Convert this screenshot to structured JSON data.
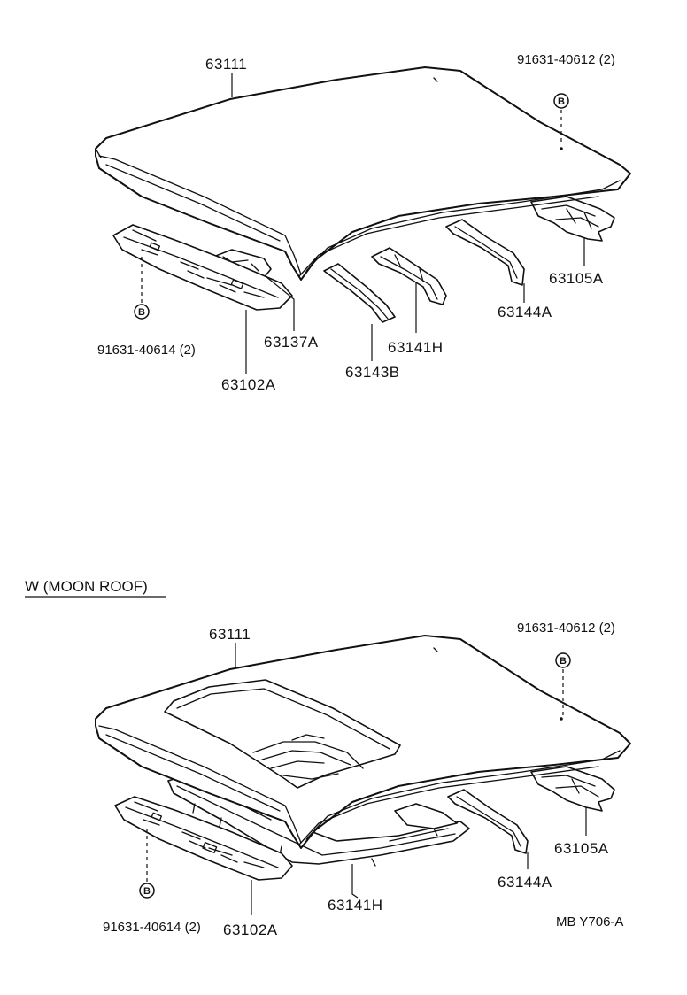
{
  "upper": {
    "roof_panel": "63111",
    "bolt_right_code": "91631-40612 (2)",
    "bolt_left_code": "91631-40614 (2)",
    "bolt_letter": "B",
    "rear_reinforcement": "63105A",
    "front_header": "63102A",
    "bracket": "63137A",
    "bow_1": "63143B",
    "bow_2": "63141H",
    "bow_3": "63144A"
  },
  "lower": {
    "section_title": "W (MOON ROOF)",
    "roof_panel": "63111",
    "bolt_right_code": "91631-40612 (2)",
    "bolt_left_code": "91631-40614 (2)",
    "bolt_letter": "B",
    "rear_reinforcement": "63105A",
    "front_header": "63102A",
    "frame": "63141H",
    "bow_3": "63144A",
    "diagram_code": "MB Y706-A"
  }
}
